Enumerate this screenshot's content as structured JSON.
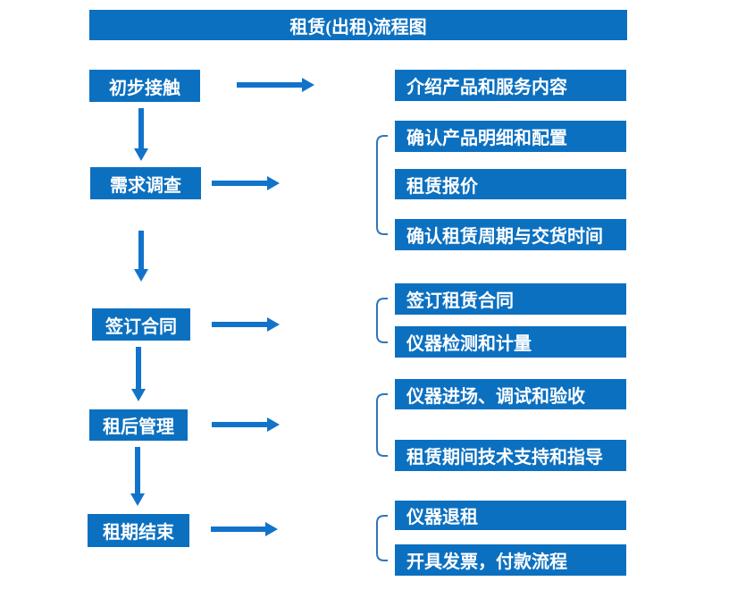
{
  "title": "租赁(出租)流程图",
  "colors": {
    "box_blue": "#0c70c0",
    "arrow_blue": "#1273ca",
    "bracket_blue": "#2f76b8",
    "text_white": "#ffffff",
    "page_bg": "#ffffff"
  },
  "flow": {
    "steps": [
      {
        "label": "初步接触",
        "details": [
          "介绍产品和服务内容"
        ]
      },
      {
        "label": "需求调查",
        "details": [
          "确认产品明细和配置",
          "租赁报价",
          "确认租赁周期与交货时间"
        ]
      },
      {
        "label": "签订合同",
        "details": [
          "签订租赁合同",
          "仪器检测和计量"
        ]
      },
      {
        "label": "租后管理",
        "details": [
          "仪器进场、调试和验收",
          "租赁期间技术支持和指导"
        ]
      },
      {
        "label": "租期结束",
        "details": [
          "仪器退租",
          "开具发票，付款流程"
        ]
      }
    ]
  }
}
